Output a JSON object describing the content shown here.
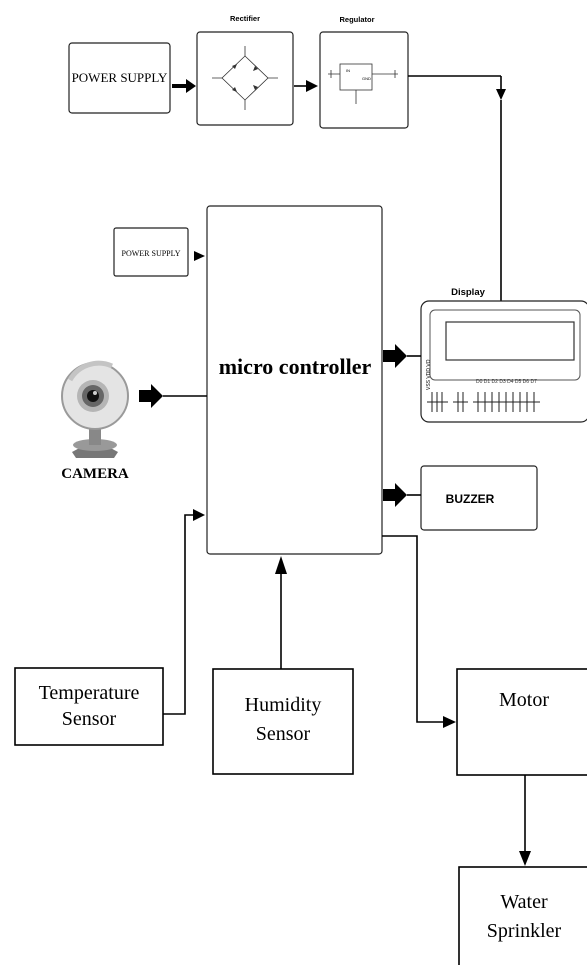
{
  "blocks": {
    "power_supply_top": "POWER SUPPLY",
    "rectifier_title": "Rectifier",
    "regulator_title": "Regulator",
    "power_supply_small": "POWER SUPPLY",
    "micro_controller": "micro controller",
    "display_title": "Display",
    "camera": "CAMERA",
    "buzzer": "BUZZER",
    "temperature_sensor": [
      "Temperature",
      "Sensor"
    ],
    "humidity_sensor": [
      "Humidity",
      "Sensor"
    ],
    "motor": "Motor",
    "water_sprinkler": [
      "Water",
      "Sprinkler"
    ]
  }
}
